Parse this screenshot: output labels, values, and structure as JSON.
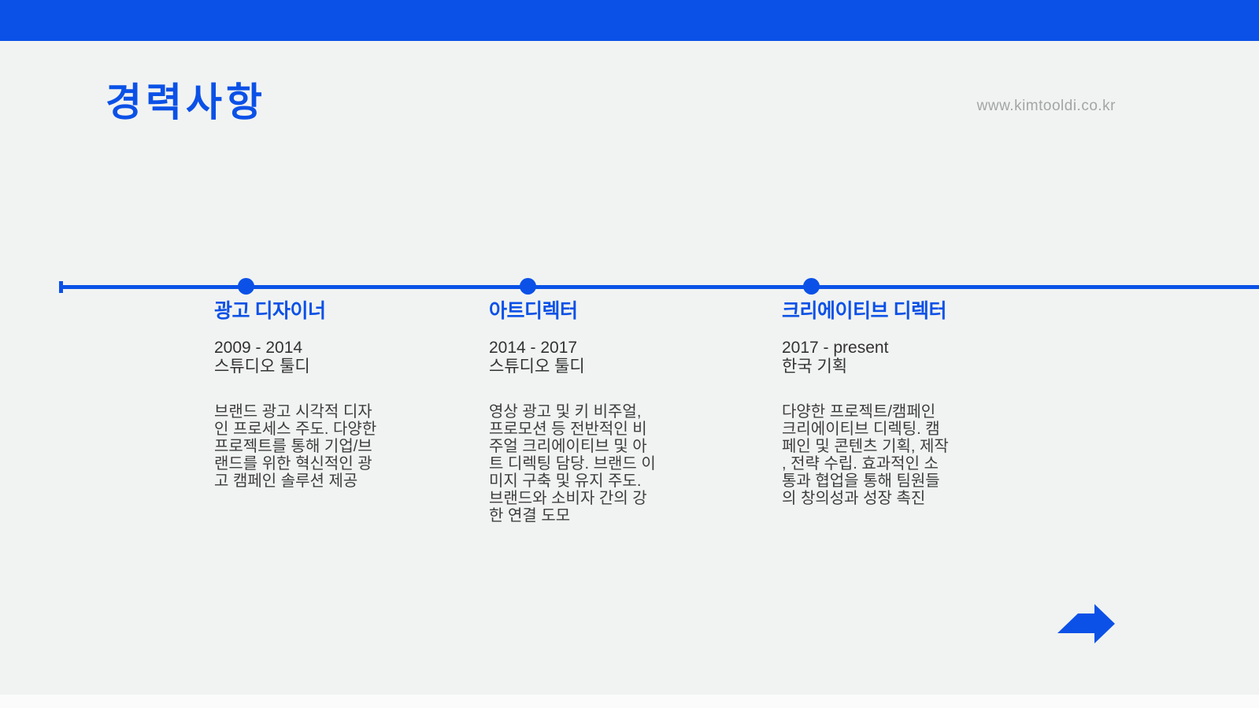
{
  "page": {
    "title": "경력사항",
    "website": "www.kimtooldi.co.kr"
  },
  "colors": {
    "accent": "#0b51e7",
    "background": "#f1f3f2",
    "text_dark": "#323232",
    "text_body": "#3d3d3d",
    "text_muted": "#a2a6a4",
    "footer_strip": "#fafbfa"
  },
  "icons": {
    "next_arrow": "right-arrow"
  },
  "timeline": {
    "entries": [
      {
        "title": "광고 디자이너",
        "period": "2009 - 2014",
        "company": "스튜디오 툴디",
        "description": "브랜드 광고 시각적 디자\n인 프로세스 주도. 다양한\n프로젝트를 통해 기업/브\n랜드를 위한 혁신적인 광\n고 캠페인 솔루션 제공"
      },
      {
        "title": "아트디렉터",
        "period": "2014 - 2017",
        "company": "스튜디오 툴디",
        "description": "영상 광고 및 키 비주얼,\n프로모션 등 전반적인 비\n주얼 크리에이티브 및 아\n트 디렉팅 담당. 브랜드 이\n미지 구축 및 유지 주도.\n브랜드와 소비자 간의 강\n한 연결 도모"
      },
      {
        "title": "크리에이티브 디렉터",
        "period": "2017 - present",
        "company": "한국 기획",
        "description": "다양한 프로젝트/캠페인\n크리에이티브 디렉팅. 캠\n페인 및 콘텐츠 기획, 제작\n, 전략 수립. 효과적인 소\n통과 협업을 통해 팀원들\n의 창의성과 성장 촉진"
      }
    ]
  }
}
